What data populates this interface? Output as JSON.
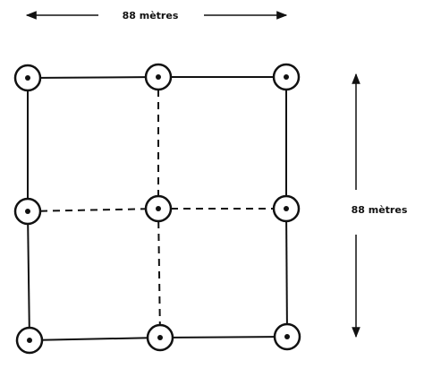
{
  "dimensions": {
    "top_label": "88 mètres",
    "right_label": "88 mètres"
  },
  "grid": {
    "columns": 3,
    "rows": 3,
    "solid_edges": "outer-perimeter",
    "dashed_edges": "inner-cross"
  },
  "colors": {
    "ink": "#111111",
    "background": "#ffffff"
  },
  "icons": {
    "node": "target-circle-icon",
    "arrow": "double-arrow-icon"
  }
}
